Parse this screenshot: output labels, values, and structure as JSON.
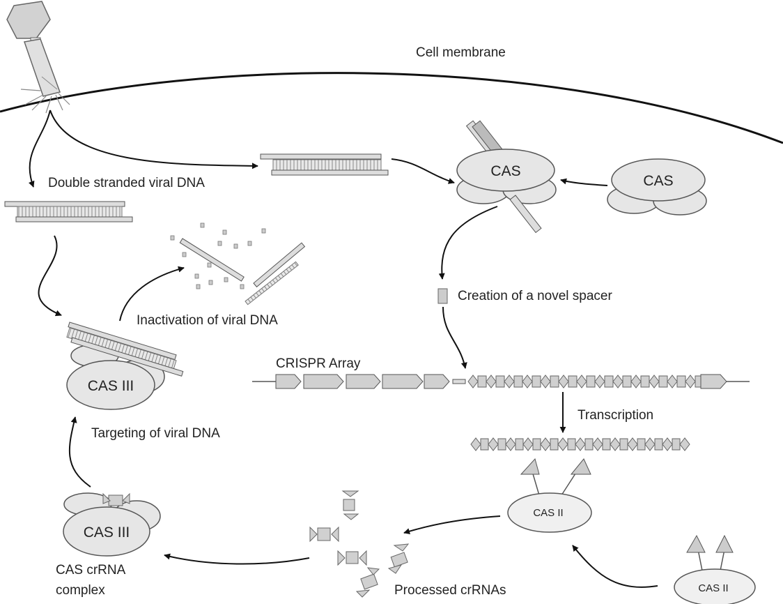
{
  "labels": {
    "cell_membrane": "Cell membrane",
    "double_stranded_viral_dna": "Double stranded viral DNA",
    "inactivation_of_viral_dna": "Inactivation of viral DNA",
    "creation_of_novel_spacer": "Creation of a novel spacer",
    "crispr_array": "CRISPR Array",
    "transcription": "Transcription",
    "targeting_of_viral_dna": "Targeting of viral DNA",
    "processed_crrnas": "Processed crRNAs",
    "cas_crrna_complex_line1": "CAS crRNA",
    "cas_crrna_complex_line2": "complex"
  },
  "enzymes": {
    "cas_bound": "CAS",
    "cas_free": "CAS",
    "cas_iii_targeting": "CAS III",
    "cas_iii_complex": "CAS III",
    "cas_ii_top": "CAS II",
    "cas_ii_bottom": "CAS II"
  },
  "colors": {
    "stroke": "#555555",
    "fill_light": "#e6e6e6",
    "fill_mid": "#cfcfcf",
    "fill_dark": "#aaaaaa",
    "arrow": "#111111"
  }
}
